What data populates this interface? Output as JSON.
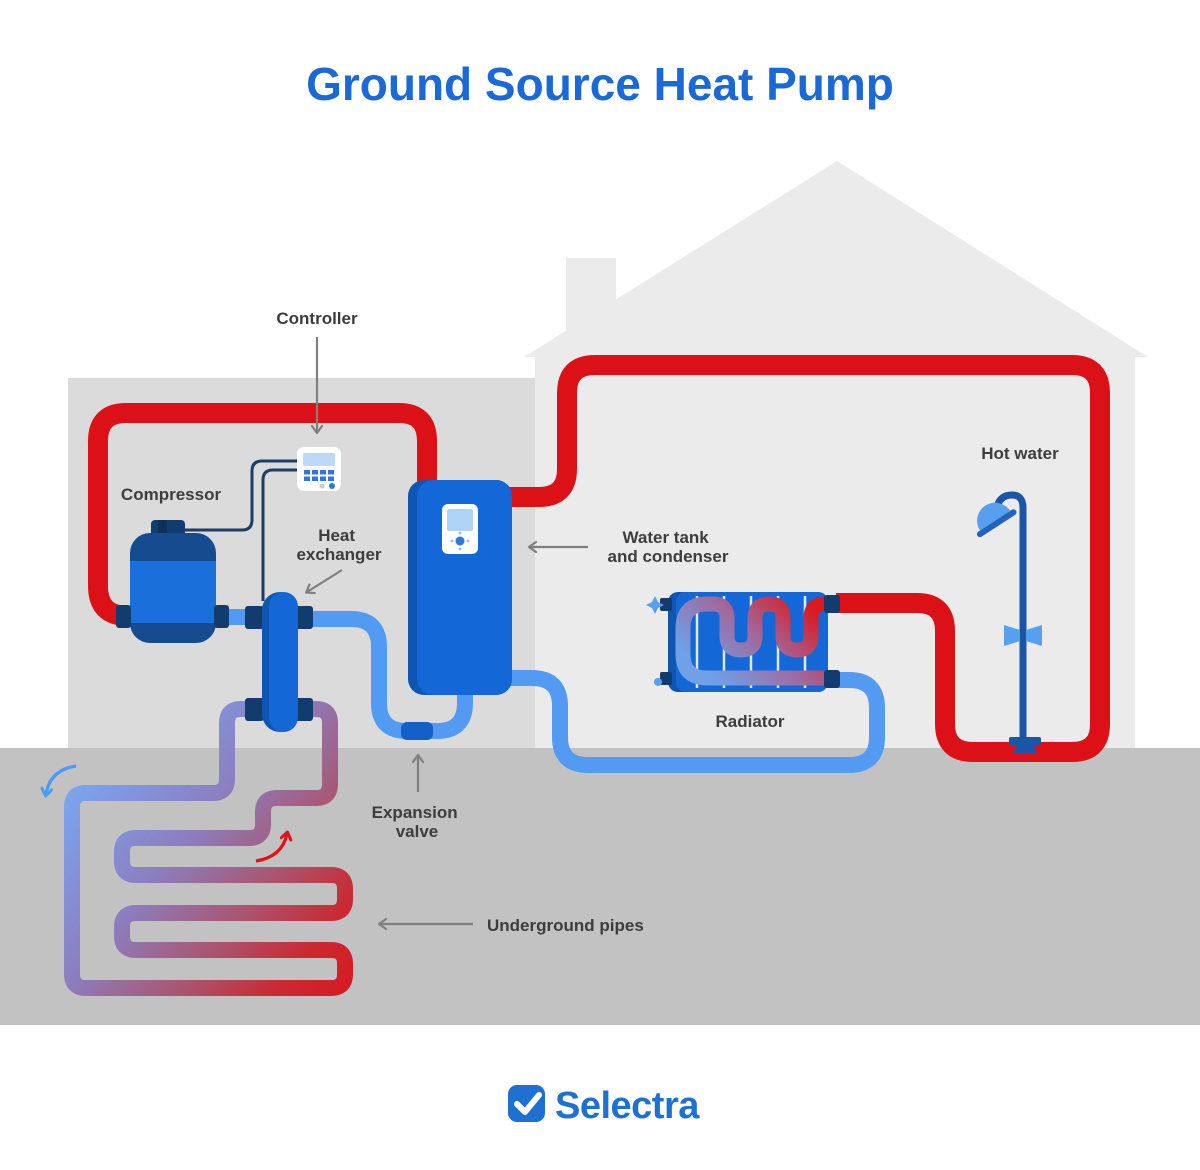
{
  "title": "Ground Source Heat Pump",
  "labels": {
    "controller": "Controller",
    "compressor": "Compressor",
    "heat_exchanger_line1": "Heat",
    "heat_exchanger_line2": "exchanger",
    "water_tank_line1": "Water tank",
    "water_tank_line2": "and condenser",
    "hot_water": "Hot water",
    "radiator": "Radiator",
    "expansion_valve_line1": "Expansion",
    "expansion_valve_line2": "valve",
    "underground_pipes": "Underground pipes"
  },
  "footer": {
    "brand": "Selectra"
  },
  "colors": {
    "title_blue": "#1A69D6",
    "brand_blue": "#1E70D2",
    "hot_pipe_red": "#DC1118",
    "cold_pipe_blue": "#539BF2",
    "component_blue": "#1367D6",
    "component_dark_blue": "#0F55B2",
    "connector_navy": "#123B70",
    "wire_navy": "#1C3D66",
    "house_gray": "#EBEBEB",
    "plant_room_gray": "#DBDBDB",
    "ground_gray": "#C2C2C2",
    "callout_gray": "#7F7F7F",
    "ground_loop_gradient": [
      "#7AA6F2",
      "#8C7EBE",
      "#AA5570",
      "#DC151C"
    ]
  }
}
